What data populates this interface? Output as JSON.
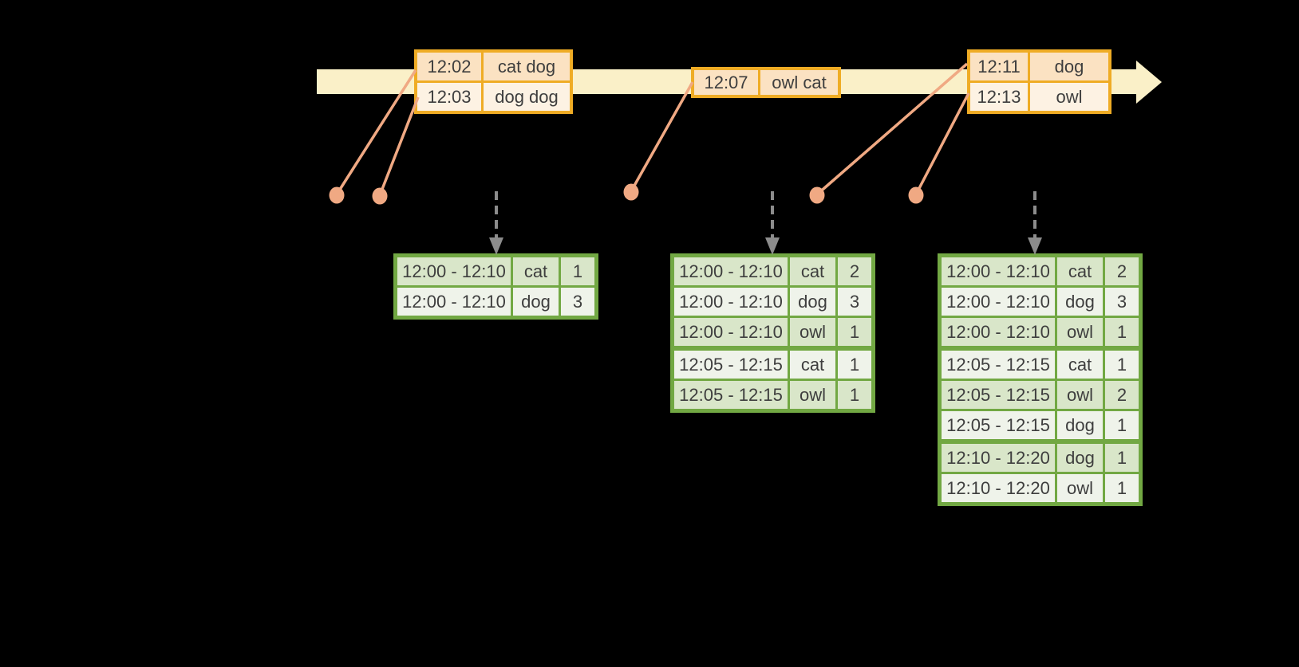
{
  "background": "#000000",
  "colors": {
    "timeline_fill": "#FAF0C8",
    "event_table_border": "#EFAC25",
    "event_row_fill_dark": "#FBE2C2",
    "event_row_fill_light": "#FDF2E3",
    "result_table_border": "#72A843",
    "result_row_fill_dark": "#D9E6C9",
    "result_row_fill_light": "#EFF3EA",
    "connector": "#F0A983",
    "trigger_arrow": "#8C8C8C",
    "text": "#3E3E3E"
  },
  "event_tables": [
    {
      "rows": [
        {
          "time": "12:02",
          "words": "cat dog"
        },
        {
          "time": "12:03",
          "words": "dog dog"
        }
      ]
    },
    {
      "rows": [
        {
          "time": "12:07",
          "words": "owl cat"
        }
      ]
    },
    {
      "rows": [
        {
          "time": "12:11",
          "words": "dog"
        },
        {
          "time": "12:13",
          "words": "owl"
        }
      ]
    }
  ],
  "result_tables": [
    {
      "rows": [
        {
          "window": "12:00 - 12:10",
          "word": "cat",
          "count": "1"
        },
        {
          "window": "12:00 - 12:10",
          "word": "dog",
          "count": "3"
        }
      ]
    },
    {
      "rows": [
        {
          "window": "12:00 - 12:10",
          "word": "cat",
          "count": "2"
        },
        {
          "window": "12:00 - 12:10",
          "word": "dog",
          "count": "3"
        },
        {
          "window": "12:00 - 12:10",
          "word": "owl",
          "count": "1"
        },
        {
          "window": "12:05 - 12:15",
          "word": "cat",
          "count": "1"
        },
        {
          "window": "12:05 - 12:15",
          "word": "owl",
          "count": "1"
        }
      ]
    },
    {
      "rows": [
        {
          "window": "12:00 - 12:10",
          "word": "cat",
          "count": "2"
        },
        {
          "window": "12:00 - 12:10",
          "word": "dog",
          "count": "3"
        },
        {
          "window": "12:00 - 12:10",
          "word": "owl",
          "count": "1"
        },
        {
          "window": "12:05 - 12:15",
          "word": "cat",
          "count": "1"
        },
        {
          "window": "12:05 - 12:15",
          "word": "owl",
          "count": "2"
        },
        {
          "window": "12:05 - 12:15",
          "word": "dog",
          "count": "1"
        },
        {
          "window": "12:10 - 12:20",
          "word": "dog",
          "count": "1"
        },
        {
          "window": "12:10 - 12:20",
          "word": "owl",
          "count": "1"
        }
      ]
    }
  ]
}
